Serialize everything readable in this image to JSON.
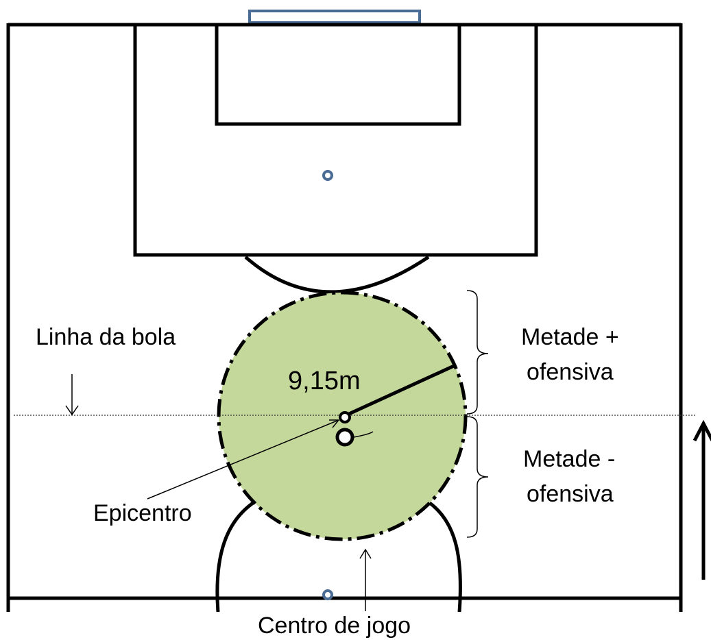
{
  "labels": {
    "ball_line": "Linha da bola",
    "radius": "9,15m",
    "epicenter": "Epicentro",
    "game_center": "Centro de jogo",
    "offensive_half_plus_line1": "Metade +",
    "offensive_half_plus_line2": "ofensiva",
    "offensive_half_minus_line1": "Metade -",
    "offensive_half_minus_line2": "ofensiva"
  },
  "colors": {
    "zone_fill": "#c5d89b",
    "lines": "#000000",
    "goal": "#4a6b94",
    "spot": "#4a6b94"
  }
}
